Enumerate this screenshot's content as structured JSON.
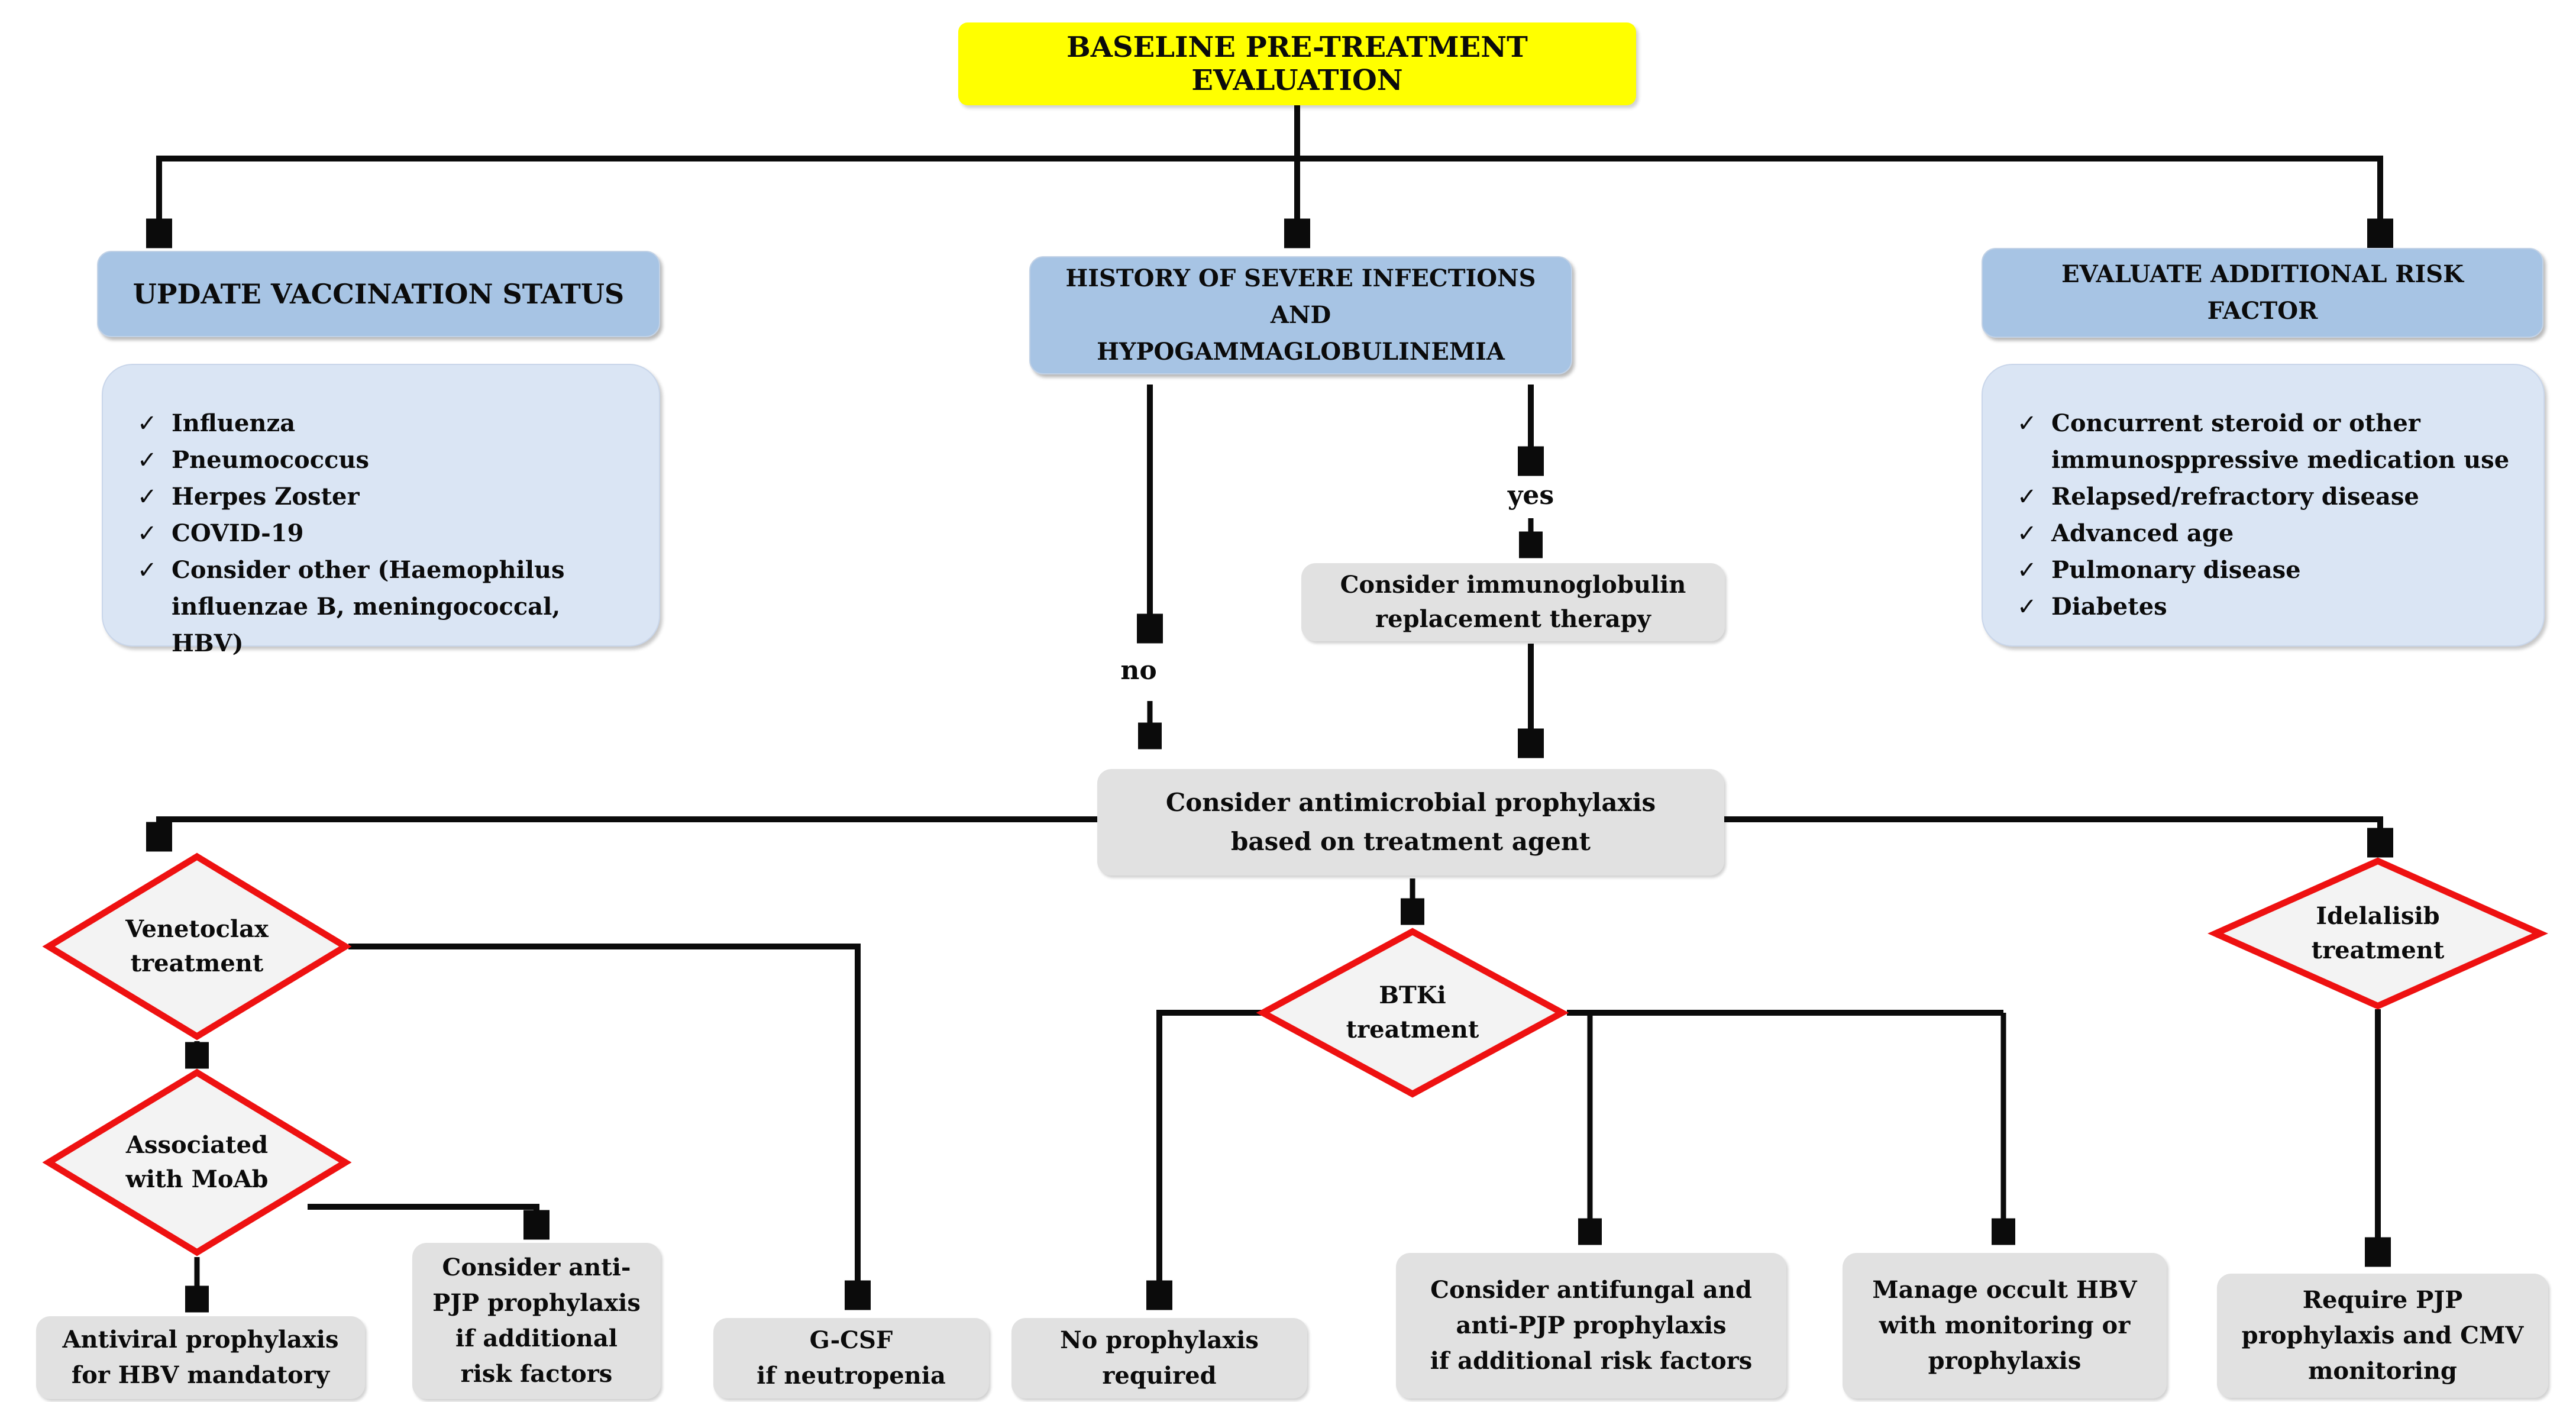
{
  "title": "BASELINE PRE-TREATMENT EVALUATION",
  "check_glyph": "✓",
  "labels": {
    "yes": "yes",
    "no": "no"
  },
  "columns": {
    "vaccination": {
      "header": "UPDATE VACCINATION STATUS",
      "items": [
        "Influenza",
        "Pneumococcus",
        "Herpes Zoster",
        "COVID-19",
        "Consider other (Haemophilus\ninfluenzae B, meningococcal, HBV)"
      ]
    },
    "infections": {
      "header": "HISTORY OF SEVERE INFECTIONS\nAND\nHYPOGAMMAGLOBULINEMIA"
    },
    "risk": {
      "header": "EVALUATE ADDITIONAL RISK\nFACTOR",
      "items": [
        "Concurrent steroid or other\nimmunosppressive medication use",
        "Relapsed/refractory disease",
        "Advanced age",
        "Pulmonary disease",
        "Diabetes"
      ]
    }
  },
  "nodes": {
    "immunoglobulin": "Consider immunoglobulin\nreplacement therapy",
    "antimicrobial": "Consider antimicrobial prophylaxis\nbased on treatment agent"
  },
  "decisions": {
    "venetoclax": "Venetoclax\ntreatment",
    "moab": "Associated\nwith MoAb",
    "btki": "BTKi\ntreatment",
    "idelalisib": "Idelalisib\ntreatment"
  },
  "outcomes": {
    "antiviral": "Antiviral prophylaxis\nfor HBV mandatory",
    "anti_pjp": "Consider anti-\nPJP prophylaxis\nif additional\nrisk factors",
    "gcsf": "G-CSF\nif neutropenia",
    "no_prophylaxis": "No prophylaxis\nrequired",
    "antifungal": "Consider antifungal and\nanti-PJP prophylaxis\nif additional risk factors",
    "occult_hbv": "Manage occult HBV\nwith monitoring or\nprophylaxis",
    "require_pjp": "Require PJP\nprophylaxis and CMV\nmonitoring"
  },
  "colors": {
    "accent_yellow": "#ffff00",
    "header_blue": "#a7c4e4",
    "list_blue": "#dae5f4",
    "node_gray": "#e1e1e1",
    "diamond_fill": "#f3f3f3",
    "diamond_red": "#ee1111",
    "line_black": "#0b0b0b"
  }
}
